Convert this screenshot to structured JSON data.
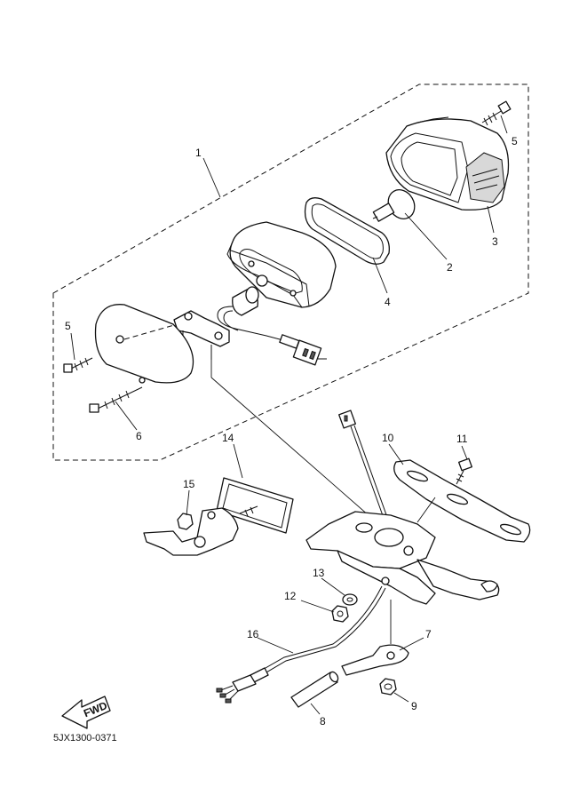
{
  "diagram": {
    "part_numbers": [
      "1",
      "2",
      "3",
      "4",
      "5",
      "5",
      "6",
      "7",
      "8",
      "9",
      "10",
      "11",
      "12",
      "13",
      "14",
      "15",
      "16"
    ],
    "fwd_label": "FWD",
    "catalog_code": "5JX1300-0371"
  }
}
